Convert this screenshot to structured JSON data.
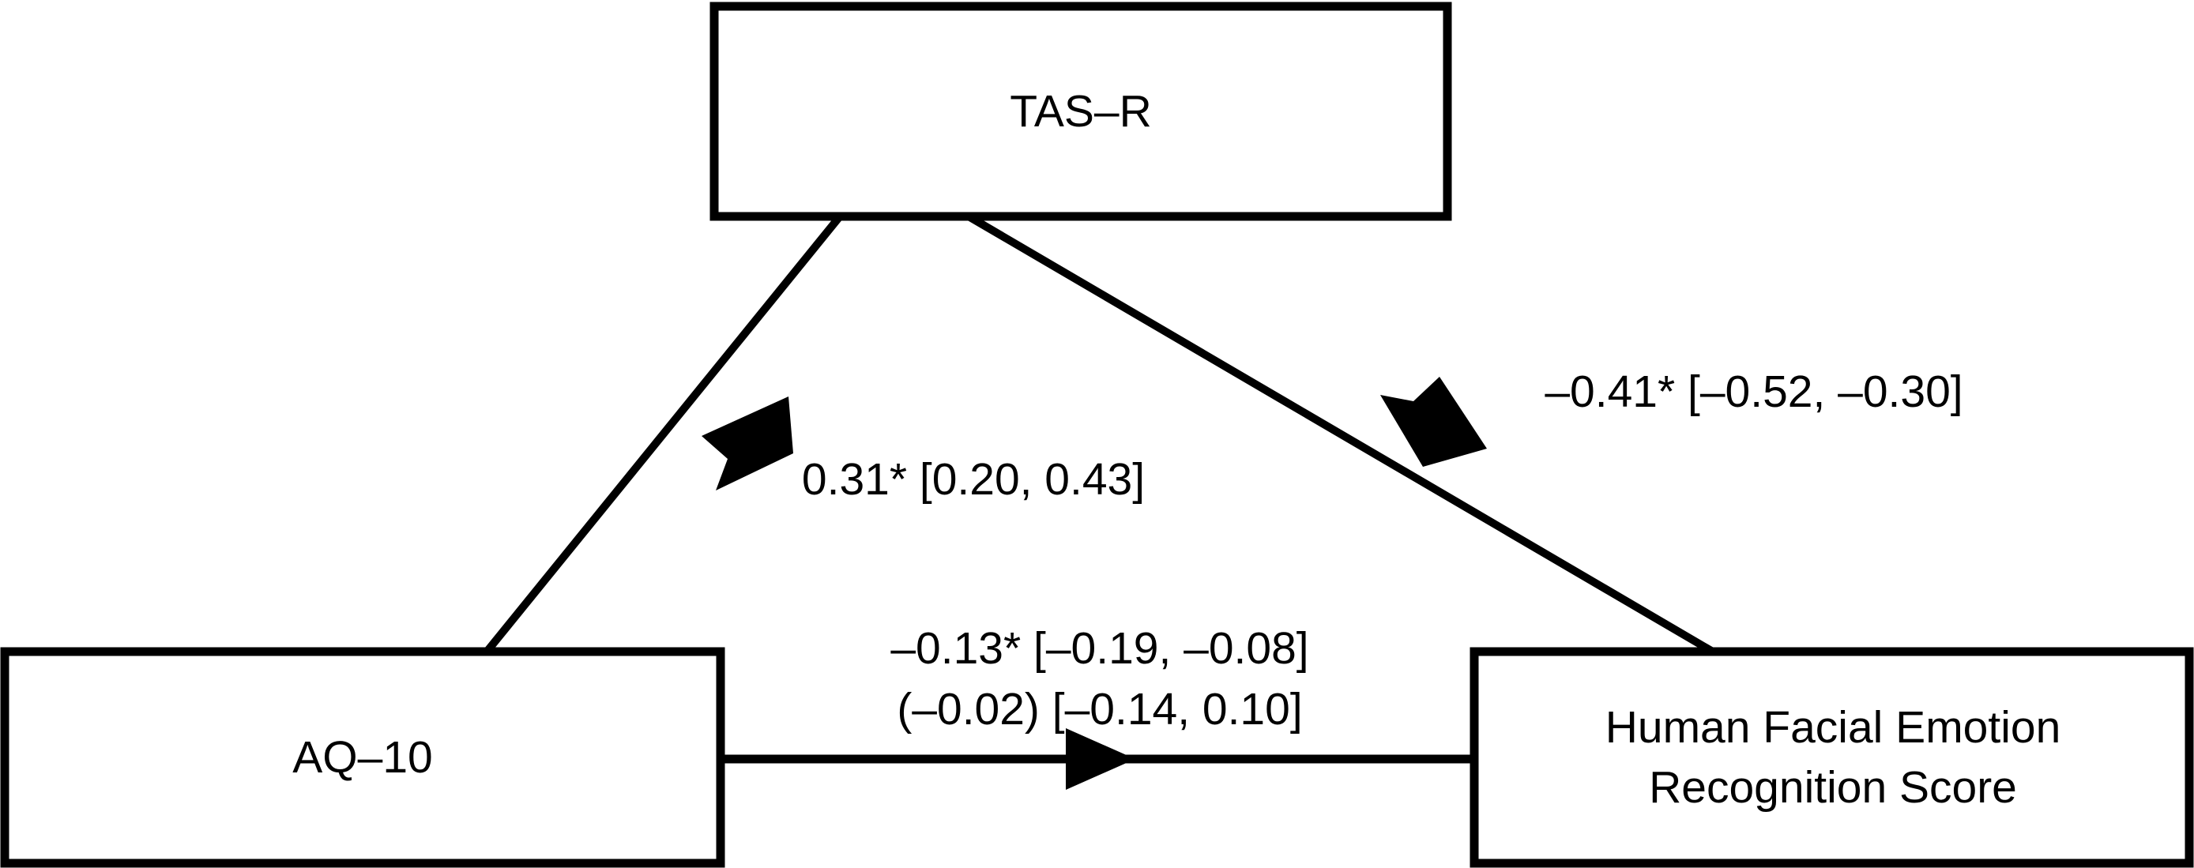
{
  "figure": {
    "type": "mediation-path-diagram",
    "background_color": "#ffffff",
    "line_color": "#000000",
    "nodes": {
      "mediator": {
        "label": "TAS–R"
      },
      "predictor": {
        "label": "AQ–10"
      },
      "outcome": {
        "label_line1": "Human Facial Emotion",
        "label_line2": "Recognition Score"
      }
    },
    "paths": {
      "a_path": {
        "from": "AQ–10",
        "to": "TAS–R",
        "label": "0.31* [0.20, 0.43]",
        "coefficient": 0.31,
        "ci_lower": 0.2,
        "ci_upper": 0.43,
        "significant": true
      },
      "b_path": {
        "from": "TAS–R",
        "to": "Human Facial Emotion Recognition Score",
        "label": "–0.41* [–0.52, –0.30]",
        "coefficient": -0.41,
        "ci_lower": -0.52,
        "ci_upper": -0.3,
        "significant": true
      },
      "direct_path": {
        "from": "AQ–10",
        "to": "Human Facial Emotion Recognition Score",
        "label_total": "–0.13* [–0.19, –0.08]",
        "label_direct": "(–0.02) [–0.14, 0.10]",
        "total_effect": -0.13,
        "total_ci_lower": -0.19,
        "total_ci_upper": -0.08,
        "total_significant": true,
        "direct_effect": -0.02,
        "direct_ci_lower": -0.14,
        "direct_ci_upper": 0.1,
        "direct_significant": false
      }
    }
  }
}
